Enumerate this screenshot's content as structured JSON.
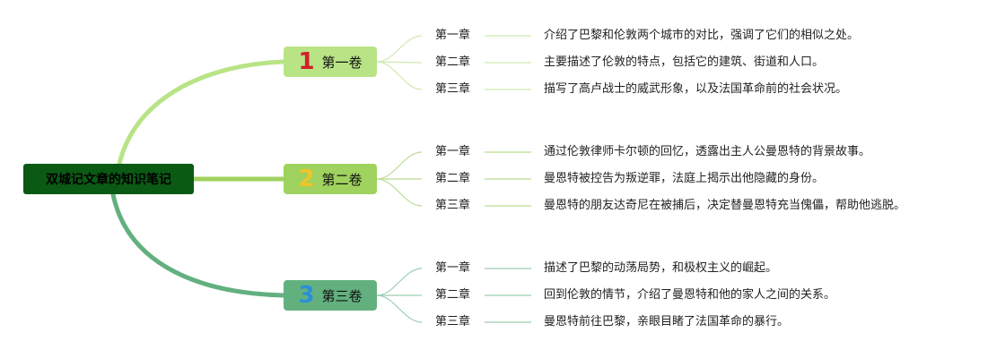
{
  "root": {
    "label": "双城记文章的知识笔记"
  },
  "colors": {
    "root_fill": "#0a5a14",
    "branch1": "#b8e486",
    "branch2": "#9fd25e",
    "branch3": "#63b07f",
    "num1": "#d41f2c",
    "num2": "#f0c428",
    "num3": "#2b8fd6"
  },
  "volumes": [
    {
      "number": "1",
      "label": "第一卷",
      "chapters": [
        {
          "label": "第一章",
          "summary": "介绍了巴黎和伦敦两个城市的对比，强调了它们的相似之处。"
        },
        {
          "label": "第二章",
          "summary": "主要描述了伦敦的特点，包括它的建筑、街道和人口。"
        },
        {
          "label": "第三章",
          "summary": "描写了高卢战士的威武形象，以及法国革命前的社会状况。"
        }
      ]
    },
    {
      "number": "2",
      "label": "第二卷",
      "chapters": [
        {
          "label": "第一章",
          "summary": "通过伦敦律师卡尔顿的回忆，透露出主人公曼恩特的背景故事。"
        },
        {
          "label": "第二章",
          "summary": "曼恩特被控告为叛逆罪，法庭上揭示出他隐藏的身份。"
        },
        {
          "label": "第三章",
          "summary": "曼恩特的朋友达奇尼在被捕后，决定替曼恩特充当傀儡，帮助他逃脱。"
        }
      ]
    },
    {
      "number": "3",
      "label": "第三卷",
      "chapters": [
        {
          "label": "第一章",
          "summary": "描述了巴黎的动荡局势，和极权主义的崛起。"
        },
        {
          "label": "第二章",
          "summary": "回到伦敦的情节，介绍了曼恩特和他的家人之间的关系。"
        },
        {
          "label": "第三章",
          "summary": "曼恩特前往巴黎，亲眼目睹了法国革命的暴行。"
        }
      ]
    }
  ]
}
